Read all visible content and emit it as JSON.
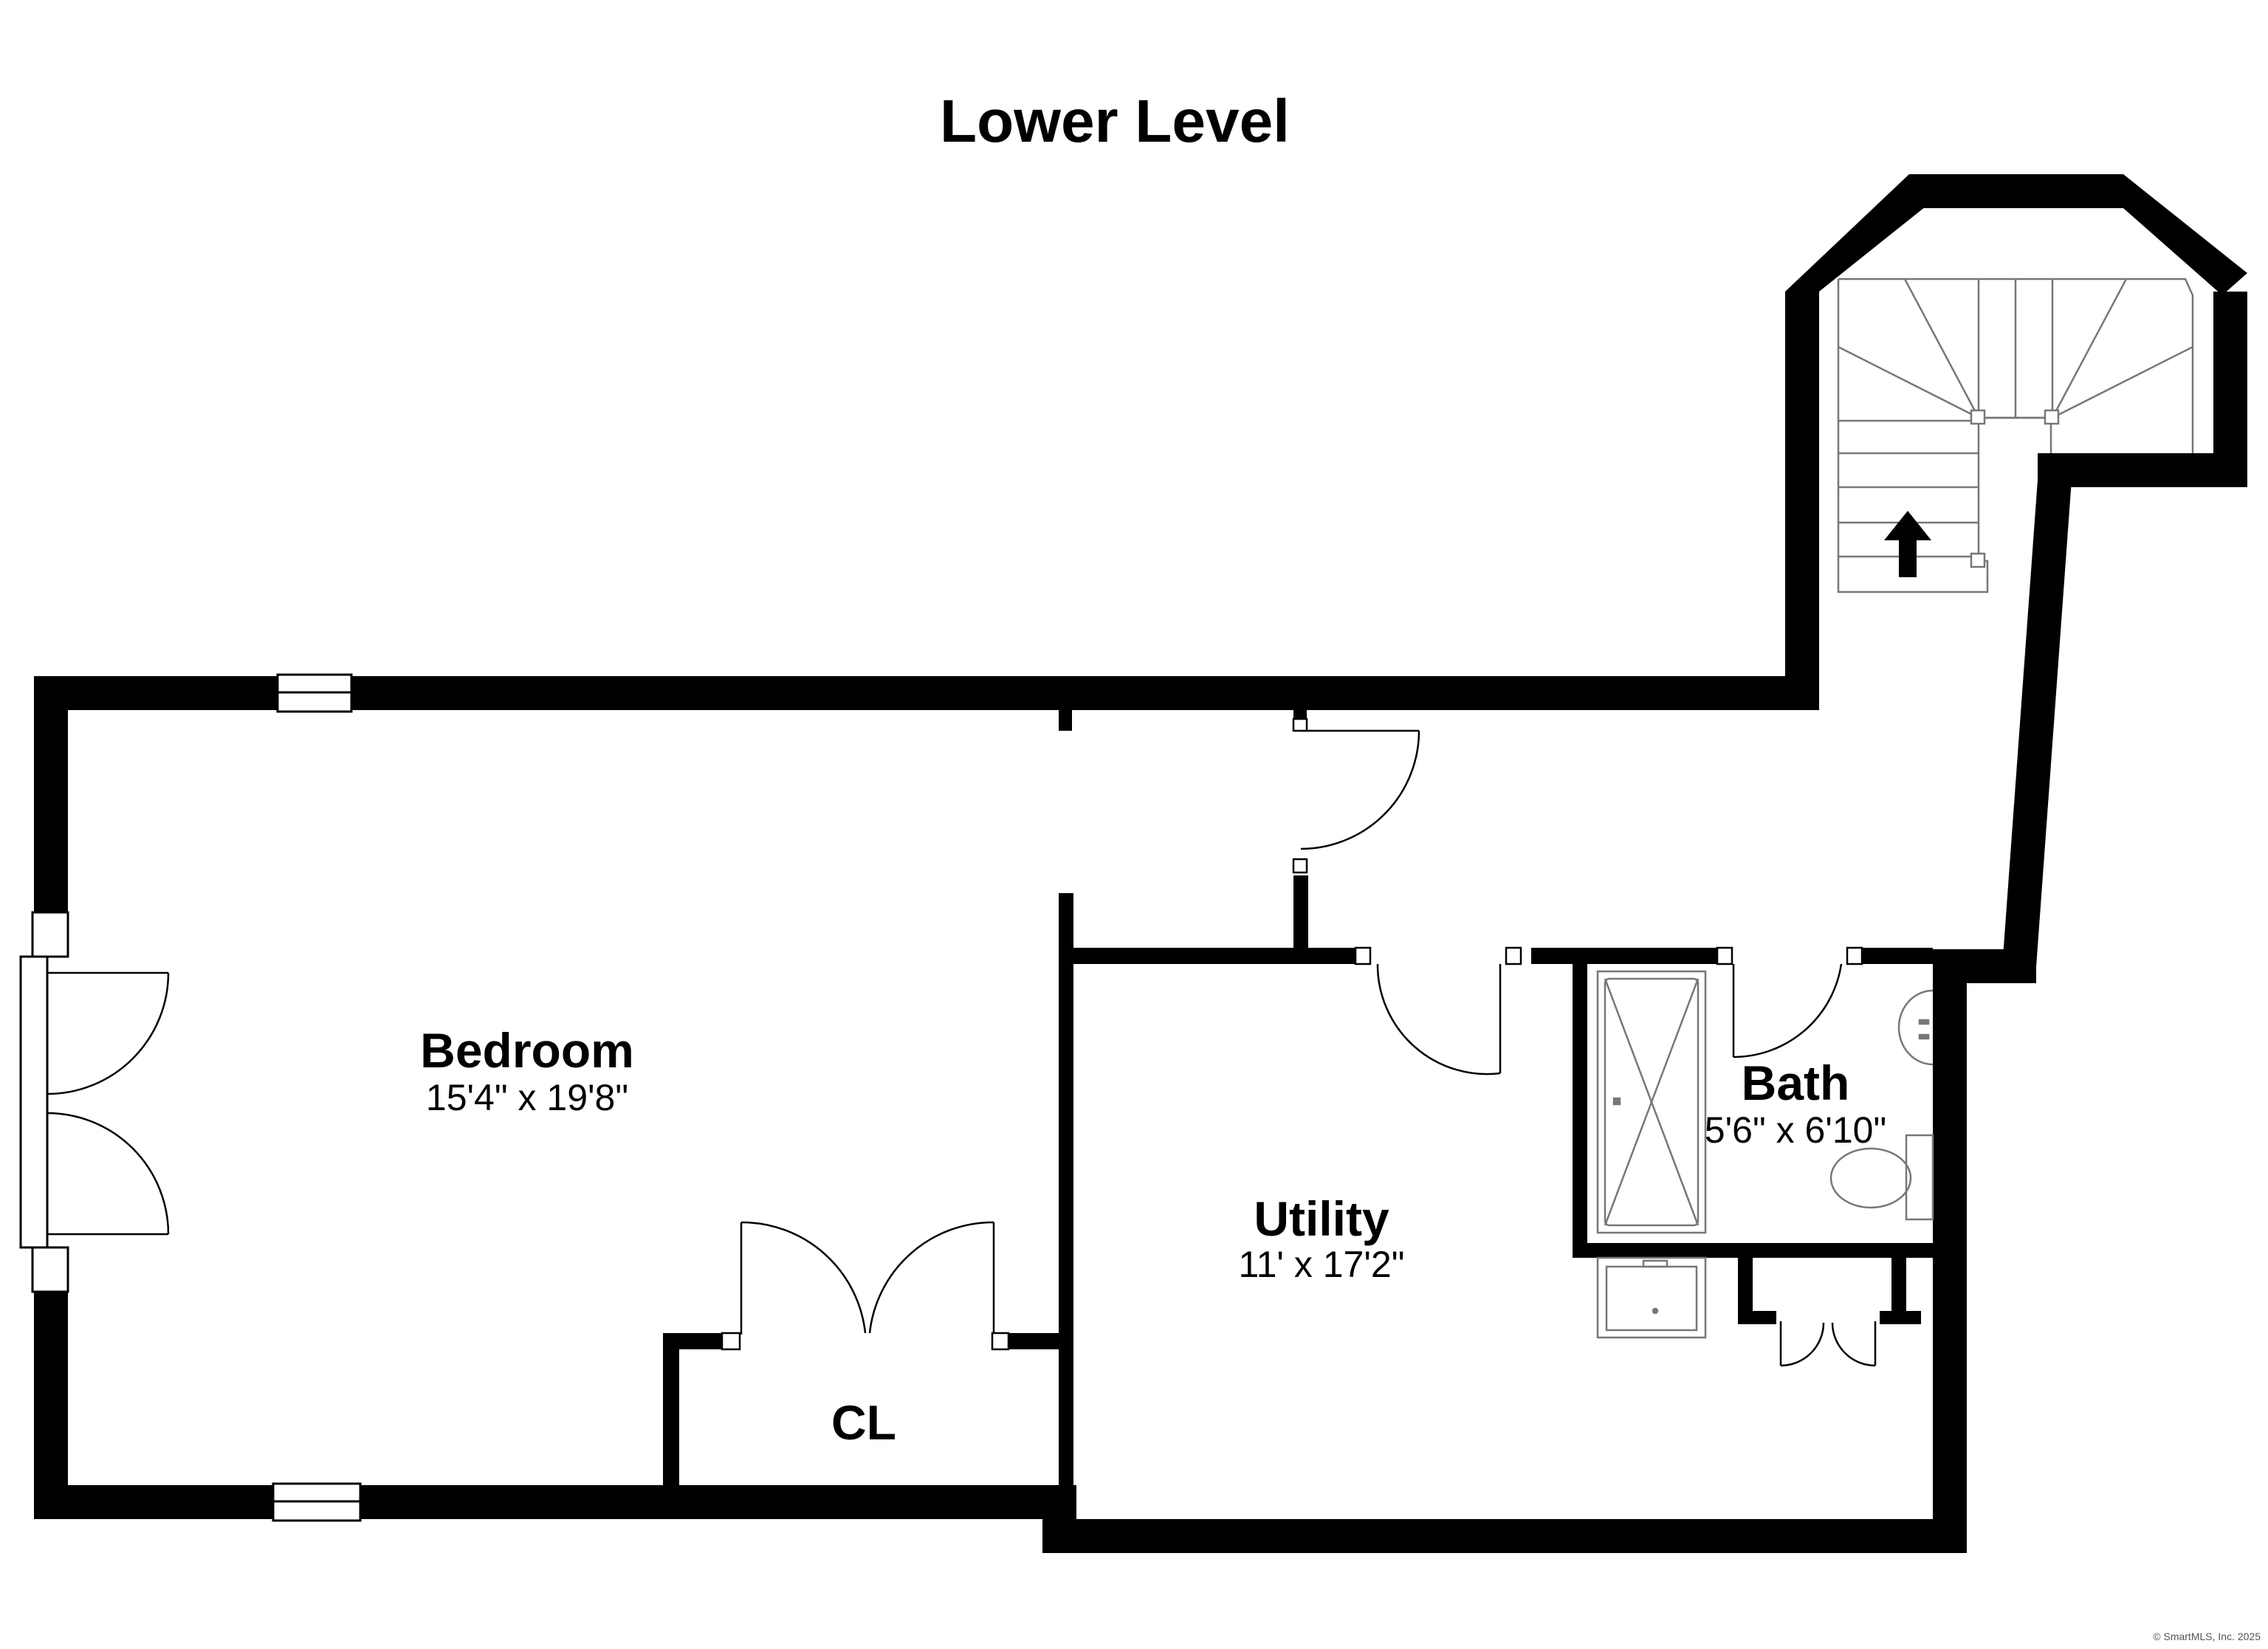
{
  "floor_title": "Lower Level",
  "rooms": {
    "bedroom": {
      "name": "Bedroom",
      "dims": "15'4\" x 19'8\""
    },
    "utility": {
      "name": "Utility",
      "dims": "11' x 17'2\""
    },
    "bath": {
      "name": "Bath",
      "dims": "5'6\" x 6'10\""
    },
    "closet": {
      "name": "CL"
    }
  },
  "stairs": {
    "direction_icon": "arrow-up-icon"
  },
  "credit": "© SmartMLS, Inc. 2025",
  "colors": {
    "wall": "#000000",
    "background": "#ffffff",
    "fixture_stroke": "#777777"
  }
}
